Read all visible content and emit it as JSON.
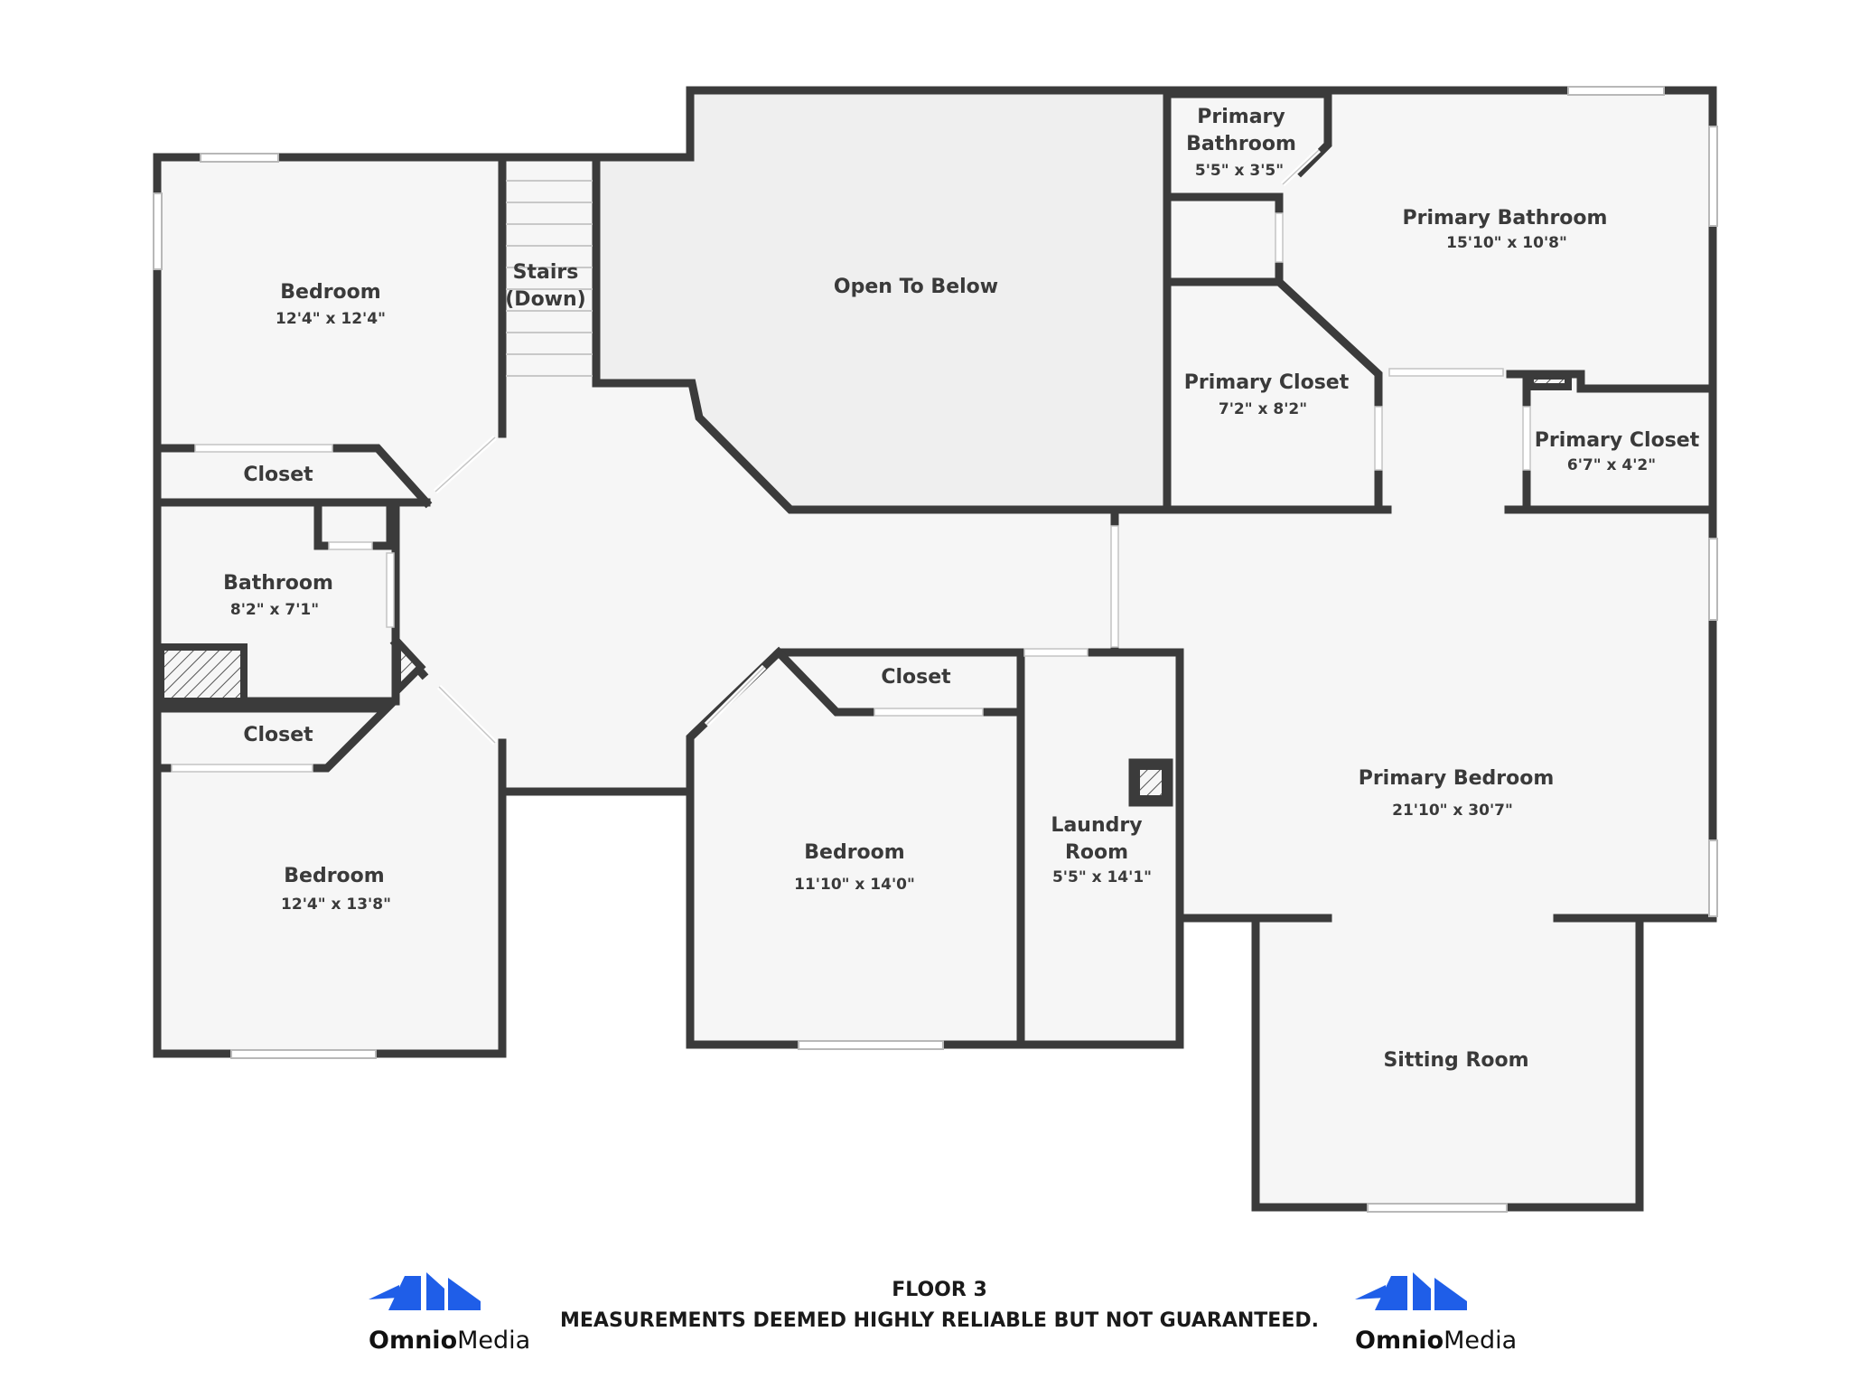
{
  "rooms": {
    "bedroom_nw": {
      "name": "Bedroom",
      "dim": "12'4\" x 12'4\""
    },
    "stairs": {
      "name1": "Stairs",
      "name2": "(Down)"
    },
    "open_to_below": {
      "name": "Open To Below"
    },
    "primary_bath_small": {
      "name1": "Primary",
      "name2": "Bathroom",
      "dim": "5'5\" x 3'5\""
    },
    "primary_bath": {
      "name": "Primary Bathroom",
      "dim": "15'10\" x 10'8\""
    },
    "primary_closet_1": {
      "name": "Primary Closet",
      "dim": "7'2\" x 8'2\""
    },
    "primary_closet_2": {
      "name": "Primary Closet",
      "dim": "6'7\" x 4'2\""
    },
    "closet_nw": {
      "name": "Closet"
    },
    "bathroom": {
      "name": "Bathroom",
      "dim": "8'2\" x 7'1\""
    },
    "closet_sw": {
      "name": "Closet"
    },
    "bedroom_sw": {
      "name": "Bedroom",
      "dim": "12'4\" x 13'8\""
    },
    "closet_center": {
      "name": "Closet"
    },
    "bedroom_center": {
      "name": "Bedroom",
      "dim": "11'10\" x 14'0\""
    },
    "laundry": {
      "name1": "Laundry",
      "name2": "Room",
      "dim": "5'5\" x 14'1\""
    },
    "primary_bedroom": {
      "name": "Primary Bedroom",
      "dim": "21'10\" x 30'7\""
    },
    "sitting_room": {
      "name": "Sitting Room"
    }
  },
  "footer": {
    "floor": "FLOOR 3",
    "disclaimer": "MEASUREMENTS DEEMED HIGHLY RELIABLE BUT NOT GUARANTEED."
  },
  "brand": {
    "name_bold": "Omnio",
    "name_light": "Media",
    "color": "#1f5ee8"
  },
  "colors": {
    "wall": "#3b3b3b",
    "floor": "#f6f6f6",
    "open_area": "#efefef",
    "window": "#ffffff"
  }
}
